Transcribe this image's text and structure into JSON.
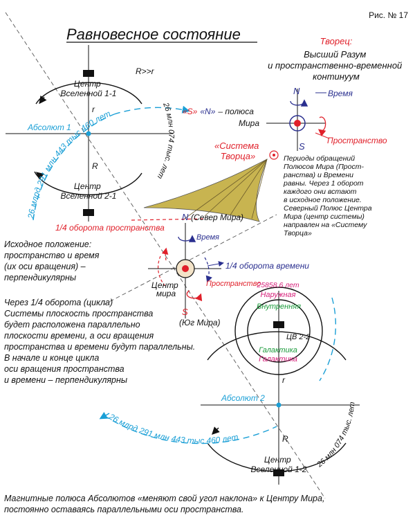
{
  "figure_label": "Рис. № 17",
  "title": "Равновесное состояние",
  "colors": {
    "black": "#111111",
    "blue": "#1a9fd6",
    "navy": "#2a2f8f",
    "red": "#e0202a",
    "green": "#1a9a3a",
    "pink": "#d6207a",
    "olive": "#c8b450"
  },
  "upper_system": {
    "center_top": "Центр\nВселенной 1-1",
    "center_bottom": "Центр\nВселенной 2-1",
    "absolute": "Абсолют 1",
    "r_small": "r",
    "r_big": "R",
    "ratio": "R>>r",
    "arc_blue": "26 млрд 291 млн 443 тыс 460 лет",
    "arc_black": "26 млн 074 тыс. лет"
  },
  "creator": {
    "heading": "Творец:",
    "body": "Высший Разум\nи пространственно-временной\nконтинуум",
    "poles": "«S» «N» – полюса\nМира",
    "quote_s": "«S»",
    "quote_n": "«N»",
    "poles_rest": "– полюса",
    "mira": "Мира",
    "n": "N",
    "s": "S",
    "time": "Время",
    "space": "Пространство",
    "system": "«Система\nТворца»",
    "periods": "Периоды обращений\nПолюсов Мира (Прост-\nранства) и Времени\nравны. Через 1 оборот\nкаждого они встают\nв исходное положение.\nСеверный Полюс Центра\nМира (центр системы)\nнаправлен на «Систему\nТворца»"
  },
  "world_center": {
    "n": "N",
    "north": "(Север Мира)",
    "s": "S",
    "south": "(Юг Мира)",
    "time": "Время",
    "space": "Пространство",
    "quarter_space": "1/4 оборота пространства",
    "quarter_time": "1/4 оборота времени",
    "center": "Центр\nмира"
  },
  "left_notes": {
    "initial": "Исходное положение:\nпространство и время\n(их оси вращения) –\nперпендикулярны",
    "quarter": "Через 1/4 оборота (цикла)\nСистемы плоскость пространства\nбудет расположена параллельно\nплоскости времени, а оси вращения\nпространства и времени будут параллельны.\nВ начале и конце цикла\nоси вращения  пространства\nи времени – перпендикулярны"
  },
  "galaxy": {
    "years": "25858,6 лет",
    "outer": "Наружная",
    "inner": "Внутренняя",
    "cv": "ЦВ 2-2",
    "galaxy1": "Галактика",
    "galaxy2": "Галактика"
  },
  "lower_system": {
    "absolute": "Абсолют 2",
    "r_small": "r",
    "r_big": "R",
    "center": "Центр\nВселенной 1-2",
    "arc_blue": "26 млрд 291 млн 443 тыс 460 лет",
    "arc_black": "26 млн 074 тыс. лет"
  },
  "footer": "Магнитные полюса Абсолютов «меняют свой угол наклона» к Центру Мира,\nпостоянно оставаясь параллельными оси пространства."
}
